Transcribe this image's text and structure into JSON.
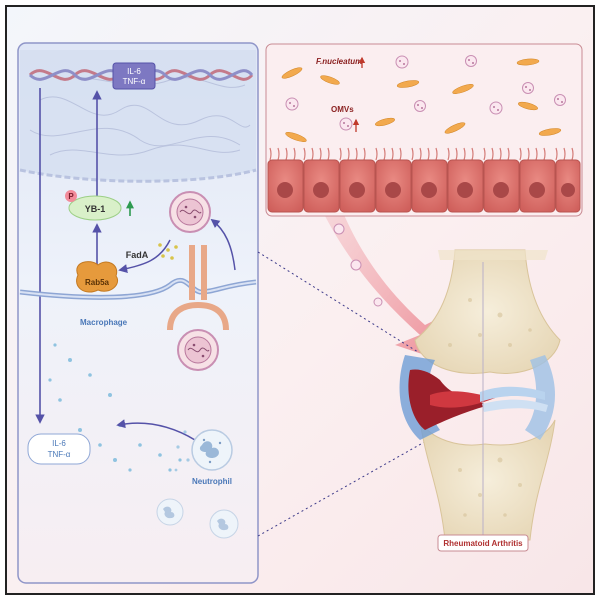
{
  "labels": {
    "il6_top": "IL-6",
    "tnf_top": "TNF-α",
    "yb1": "YB-1",
    "phospho": "P",
    "fada": "FadA",
    "rab5a": "Rab5a",
    "macrophage": "Macrophage",
    "il6_bottom": "IL-6",
    "tnf_bottom": "TNF-α",
    "neutrophil": "Neutrophil",
    "fnucleatum": "F.nucleatum",
    "omvs": "OMVs",
    "ra": "Rheumatoid Arthritis"
  },
  "colors": {
    "frame": "#222222",
    "cell_panel_bg": "#e8eef8",
    "cell_panel_border": "#8f95c8",
    "pathway_arrow": "#5552a8",
    "nucleus_bg": "#d5def0",
    "yb1_fill": "#d9f0c9",
    "phospho_fill": "#f28b9a",
    "rab5a_fill": "#e69a3c",
    "bacteria": "#f2a94e",
    "omv": "#c98fb3",
    "epithelial_cell": "#d86a66",
    "epithelial_nucleus": "#a94848",
    "up_arrow_red": "#c0392b",
    "up_arrow_green": "#2e9a50",
    "label_blue": "#4a78b8",
    "ra_label": "#b03030"
  },
  "icons": [
    "dna-helix-icon",
    "up-arrow-icon",
    "bacterium-icon",
    "omv-vesicle-icon",
    "neutrophil-icon",
    "joint-icon"
  ]
}
